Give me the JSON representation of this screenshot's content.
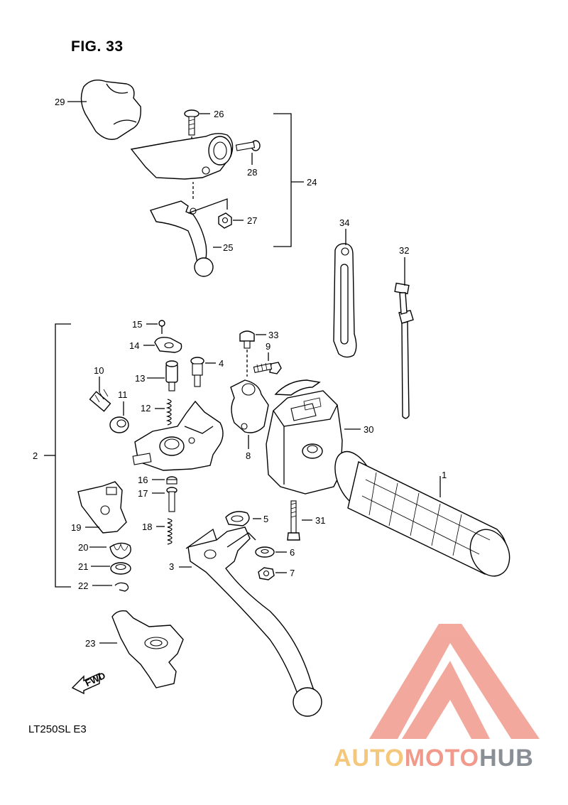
{
  "figure": {
    "title": "FIG. 33",
    "model": "LT250SL  E3",
    "fwd_label": "FWD"
  },
  "watermark": {
    "part1": "AUTO",
    "part2": "MOTO",
    "part3": "HUB",
    "colors": {
      "yellow": "#f5c77a",
      "red": "#f19a8c",
      "gray": "#8a8f96"
    }
  },
  "callouts": {
    "c1": "1",
    "c2": "2",
    "c3": "3",
    "c4": "4",
    "c5": "5",
    "c6": "6",
    "c7": "7",
    "c8": "8",
    "c9": "9",
    "c10": "10",
    "c11": "11",
    "c12": "12",
    "c13": "13",
    "c14": "14",
    "c15": "15",
    "c16": "16",
    "c17": "17",
    "c18": "18",
    "c19": "19",
    "c20": "20",
    "c21": "21",
    "c22": "22",
    "c23": "23",
    "c24": "24",
    "c25": "25",
    "c26": "26",
    "c27": "27",
    "c28": "28",
    "c29": "29",
    "c30": "30",
    "c31": "31",
    "c32": "32",
    "c33": "33",
    "c34": "34"
  }
}
